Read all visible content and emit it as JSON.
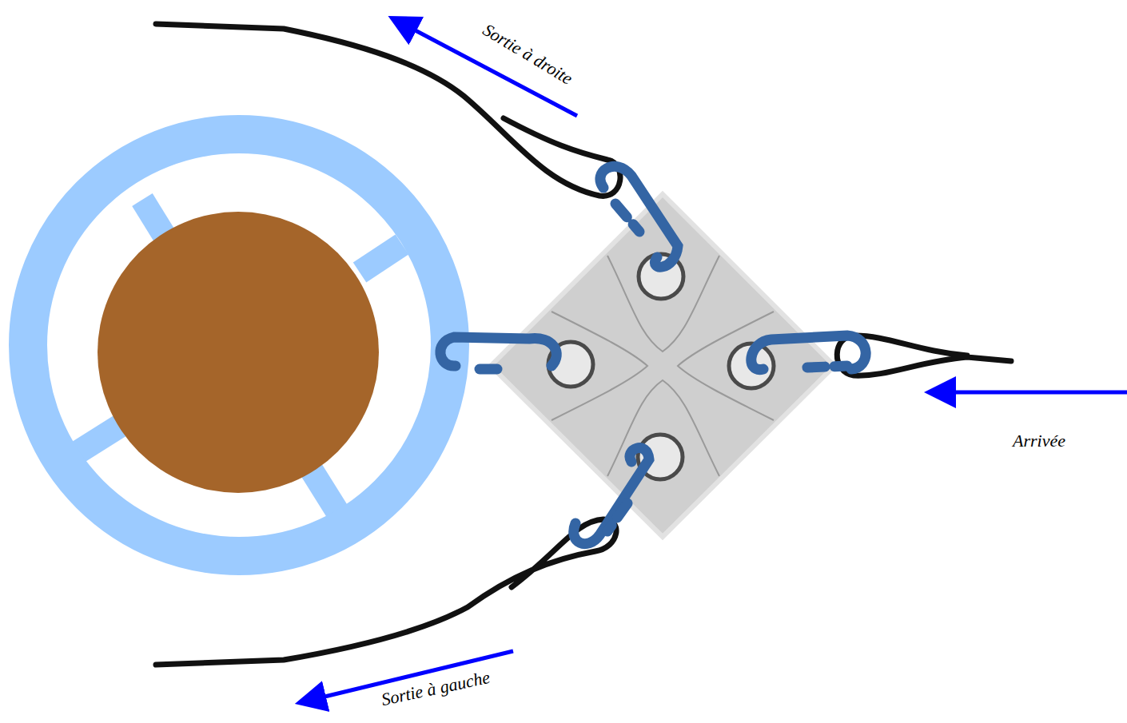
{
  "diagram": {
    "labels": [
      "Sortie à droite",
      "Arrivée",
      "Sortie à gauche"
    ]
  }
}
